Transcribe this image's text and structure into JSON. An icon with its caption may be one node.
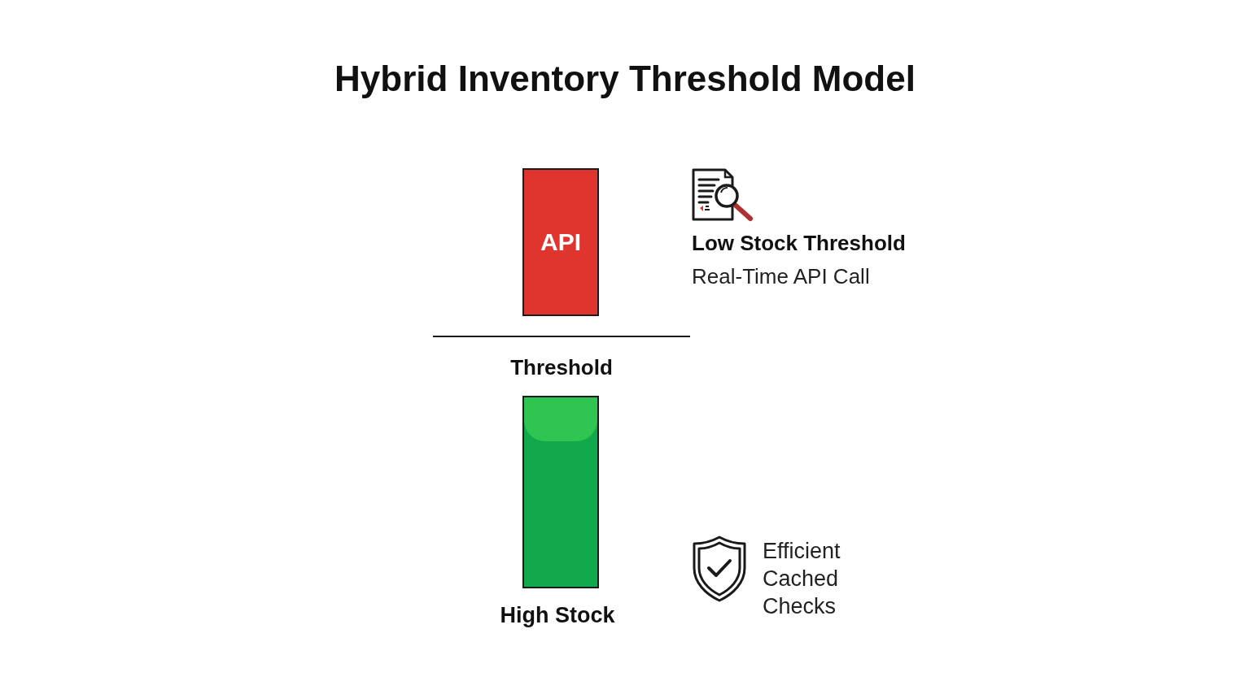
{
  "diagram": {
    "title": "Hybrid Inventory Threshold Model",
    "nodes": [
      {
        "text": [
          "API"
        ]
      },
      {
        "text": [],
        "shape": "bar",
        "beside": [
          "High Stock"
        ]
      }
    ],
    "labels": [
      "Low Stock Threshold",
      "Real-Time API Call",
      "Threshold",
      "Efficient Cached Checks"
    ]
  }
}
